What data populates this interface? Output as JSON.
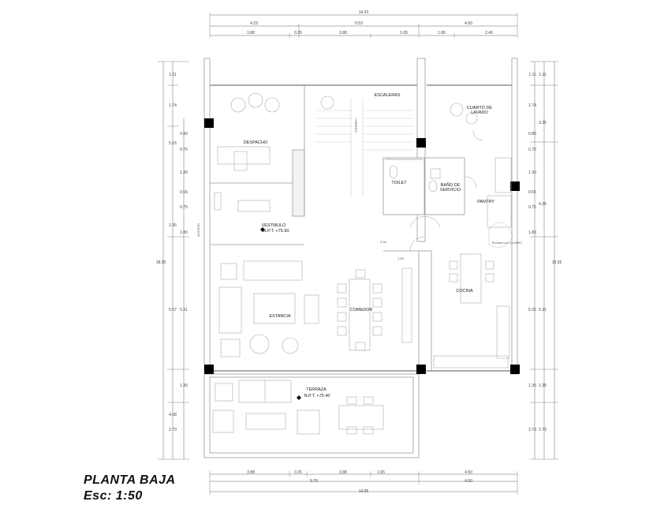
{
  "title": "PLANTA BAJA",
  "scale": "Esc: 1:50",
  "top_dims": {
    "total": "14.20",
    "row2": [
      "4.23",
      "5.53",
      "4.50"
    ],
    "row3": [
      "3.88",
      "0.35",
      "3.88",
      "1.65",
      "1.80",
      "2.40"
    ]
  },
  "bottom_dims": {
    "row1": [
      "3.88",
      "0.35",
      "3.88",
      "1.65",
      "4.50"
    ],
    "row2": [
      "9.75",
      "4.50"
    ],
    "total": "14.05"
  },
  "left_dims": {
    "total": "18.35",
    "col1": [
      "1.11",
      "1.74",
      "5.15",
      "2.35",
      "5.57",
      "4.08",
      "2.73"
    ],
    "col2": [
      "0.80",
      "0.75",
      "1.30",
      "0.56",
      "0.75",
      "1.80",
      "5.31",
      "1.35"
    ]
  },
  "right_dims": {
    "total": "18.35",
    "col1": [
      "1.11",
      "1.74",
      "0.80",
      "0.70",
      "1.30",
      "0.56",
      "0.75",
      "1.80",
      "5.31",
      "1.35",
      "2.73"
    ],
    "col2": [
      "1.11",
      "3.35",
      "4.35",
      "5.31",
      "1.35",
      "2.73"
    ]
  },
  "rooms": {
    "despacho": "DESPACHO",
    "escaleras": "ESCALERAS",
    "cuarto_lavado_1": "CUARTO DE",
    "cuarto_lavado_2": "LAVADO",
    "toilet": "TOILET",
    "bano_1": "BAÑO DE",
    "bano_2": "SERVICIO",
    "pantry": "PANTRY",
    "vestibulo": "VESTIBULO",
    "estancia": "ESTANCIA",
    "comedor": "COMEDOR",
    "cocina": "COCINA",
    "terraza": "TERRAZA"
  },
  "levels": {
    "vestibulo": "N.P.T. +75.90",
    "terraza": "N.P.T. +75.40"
  },
  "annotations": {
    "acceso": "ACCESO",
    "revisar": "Revisar con CLIMPIC",
    "librero": "LIBRERO",
    "dim_150": "1.50",
    "dim_030": "0.30"
  }
}
